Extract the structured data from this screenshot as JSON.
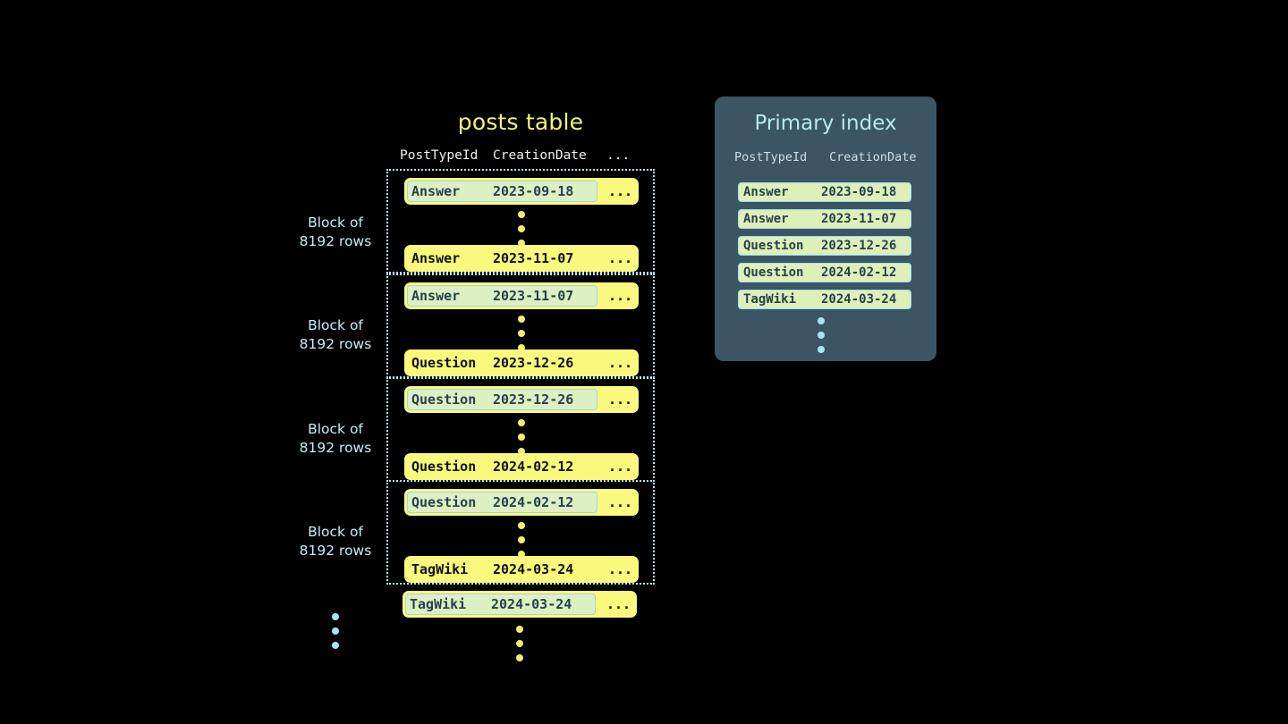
{
  "posts_table": {
    "title": "posts table",
    "columns": [
      "PostTypeId",
      "CreationDate",
      "..."
    ],
    "ellipsis_more": "...",
    "blocks": [
      {
        "label_line1": "Block of",
        "label_line2": "8192 rows",
        "first_row": {
          "post_type_id": "Answer",
          "creation_date": "2023-09-18",
          "more": "...",
          "highlighted": true
        },
        "last_row": {
          "post_type_id": "Answer",
          "creation_date": "2023-11-07",
          "more": "...",
          "highlighted": false
        }
      },
      {
        "label_line1": "Block of",
        "label_line2": "8192 rows",
        "first_row": {
          "post_type_id": "Answer",
          "creation_date": "2023-11-07",
          "more": "...",
          "highlighted": true
        },
        "last_row": {
          "post_type_id": "Question",
          "creation_date": "2023-12-26",
          "more": "...",
          "highlighted": false
        }
      },
      {
        "label_line1": "Block of",
        "label_line2": "8192 rows",
        "first_row": {
          "post_type_id": "Question",
          "creation_date": "2023-12-26",
          "more": "...",
          "highlighted": true
        },
        "last_row": {
          "post_type_id": "Question",
          "creation_date": "2024-02-12",
          "more": "...",
          "highlighted": false
        }
      },
      {
        "label_line1": "Block of",
        "label_line2": "8192 rows",
        "first_row": {
          "post_type_id": "Question",
          "creation_date": "2024-02-12",
          "more": "...",
          "highlighted": true
        },
        "last_row": {
          "post_type_id": "TagWiki",
          "creation_date": "2024-03-24",
          "more": "...",
          "highlighted": false
        }
      }
    ],
    "trailing_row": {
      "post_type_id": "TagWiki",
      "creation_date": "2024-03-24",
      "more": "...",
      "highlighted": true
    }
  },
  "primary_index": {
    "title": "Primary index",
    "columns": [
      "PostTypeId",
      "CreationDate"
    ],
    "entries": [
      {
        "post_type_id": "Answer",
        "creation_date": "2023-09-18"
      },
      {
        "post_type_id": "Answer",
        "creation_date": "2023-11-07"
      },
      {
        "post_type_id": "Question",
        "creation_date": "2023-12-26"
      },
      {
        "post_type_id": "Question",
        "creation_date": "2024-02-12"
      },
      {
        "post_type_id": "TagWiki",
        "creation_date": "2024-03-24"
      }
    ]
  },
  "colors": {
    "background": "#000000",
    "row_yellow": "#fbf87e",
    "highlight_mint": "#ddf0c4",
    "highlight_border": "#9fd4e4",
    "index_panel": "#3b5564",
    "index_pill": "#ddf0b8",
    "cyan_accent": "#b7e6f0",
    "title_yellow": "#f2f47a"
  }
}
